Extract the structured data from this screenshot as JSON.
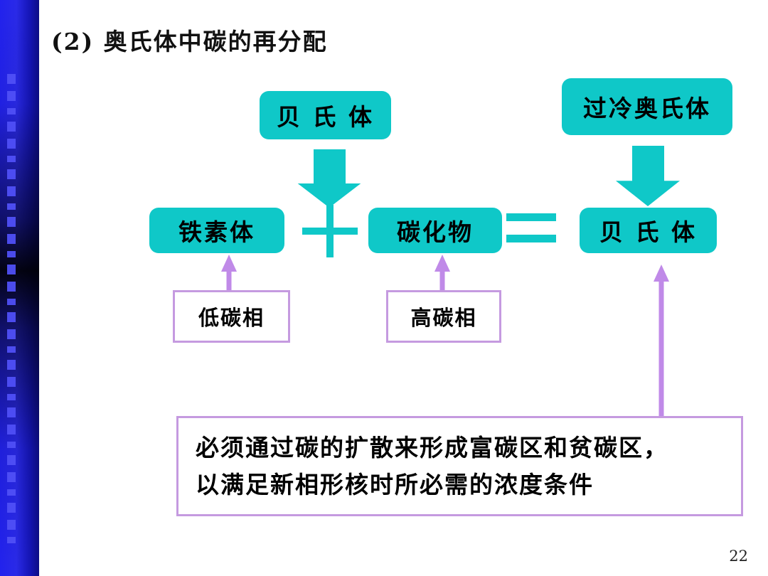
{
  "slide": {
    "title": "(2) 奥氏体中碳的再分配",
    "page_number": "22",
    "accent_teal": "#0fc8c8",
    "accent_purple": "#c59ae0",
    "sidebar_blue": "#2222ee"
  },
  "boxes": {
    "bainite_top": "贝 氏 体",
    "undercooled_austenite": "过冷奥氏体",
    "ferrite": "铁素体",
    "carbide": "碳化物",
    "bainite_result": "贝 氏 体",
    "low_carbon_phase": "低碳相",
    "high_carbon_phase": "高碳相"
  },
  "operators": {
    "plus": "+",
    "equals": "="
  },
  "note": {
    "line1": "必须通过碳的扩散来形成富碳区和贫碳区，",
    "line2": "以满足新相形核时所必需的浓度条件"
  },
  "icons": {
    "down_arrow_left": "down-block-arrow",
    "down_arrow_right": "down-block-arrow",
    "up_arrow_ferrite": "up-arrow",
    "up_arrow_carbide": "up-arrow",
    "up_arrow_bainite": "up-arrow"
  }
}
